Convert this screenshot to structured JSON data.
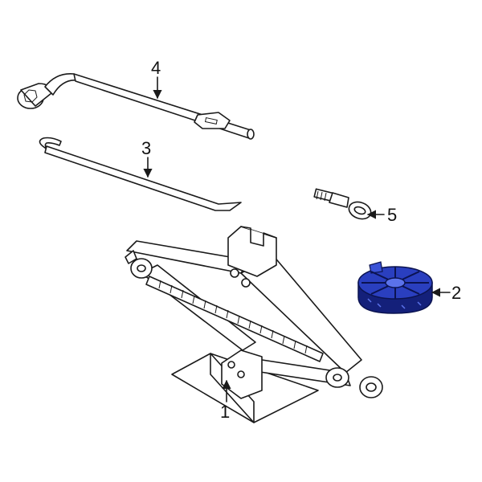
{
  "callouts": {
    "jack": "1",
    "jack_pad": "2",
    "jack_handle": "3",
    "lug_wrench": "4",
    "tow_hook": "5"
  },
  "colors": {
    "line": "#1a1a1a",
    "highlight_fill": "#2a3fbf",
    "highlight_dark": "#14207a"
  },
  "icons": {
    "jack": "scissor-jack",
    "jack_pad": "jack-pad",
    "jack_handle": "jack-handle-rod",
    "lug_wrench": "lug-wrench",
    "tow_hook": "tow-eye-bolt"
  }
}
